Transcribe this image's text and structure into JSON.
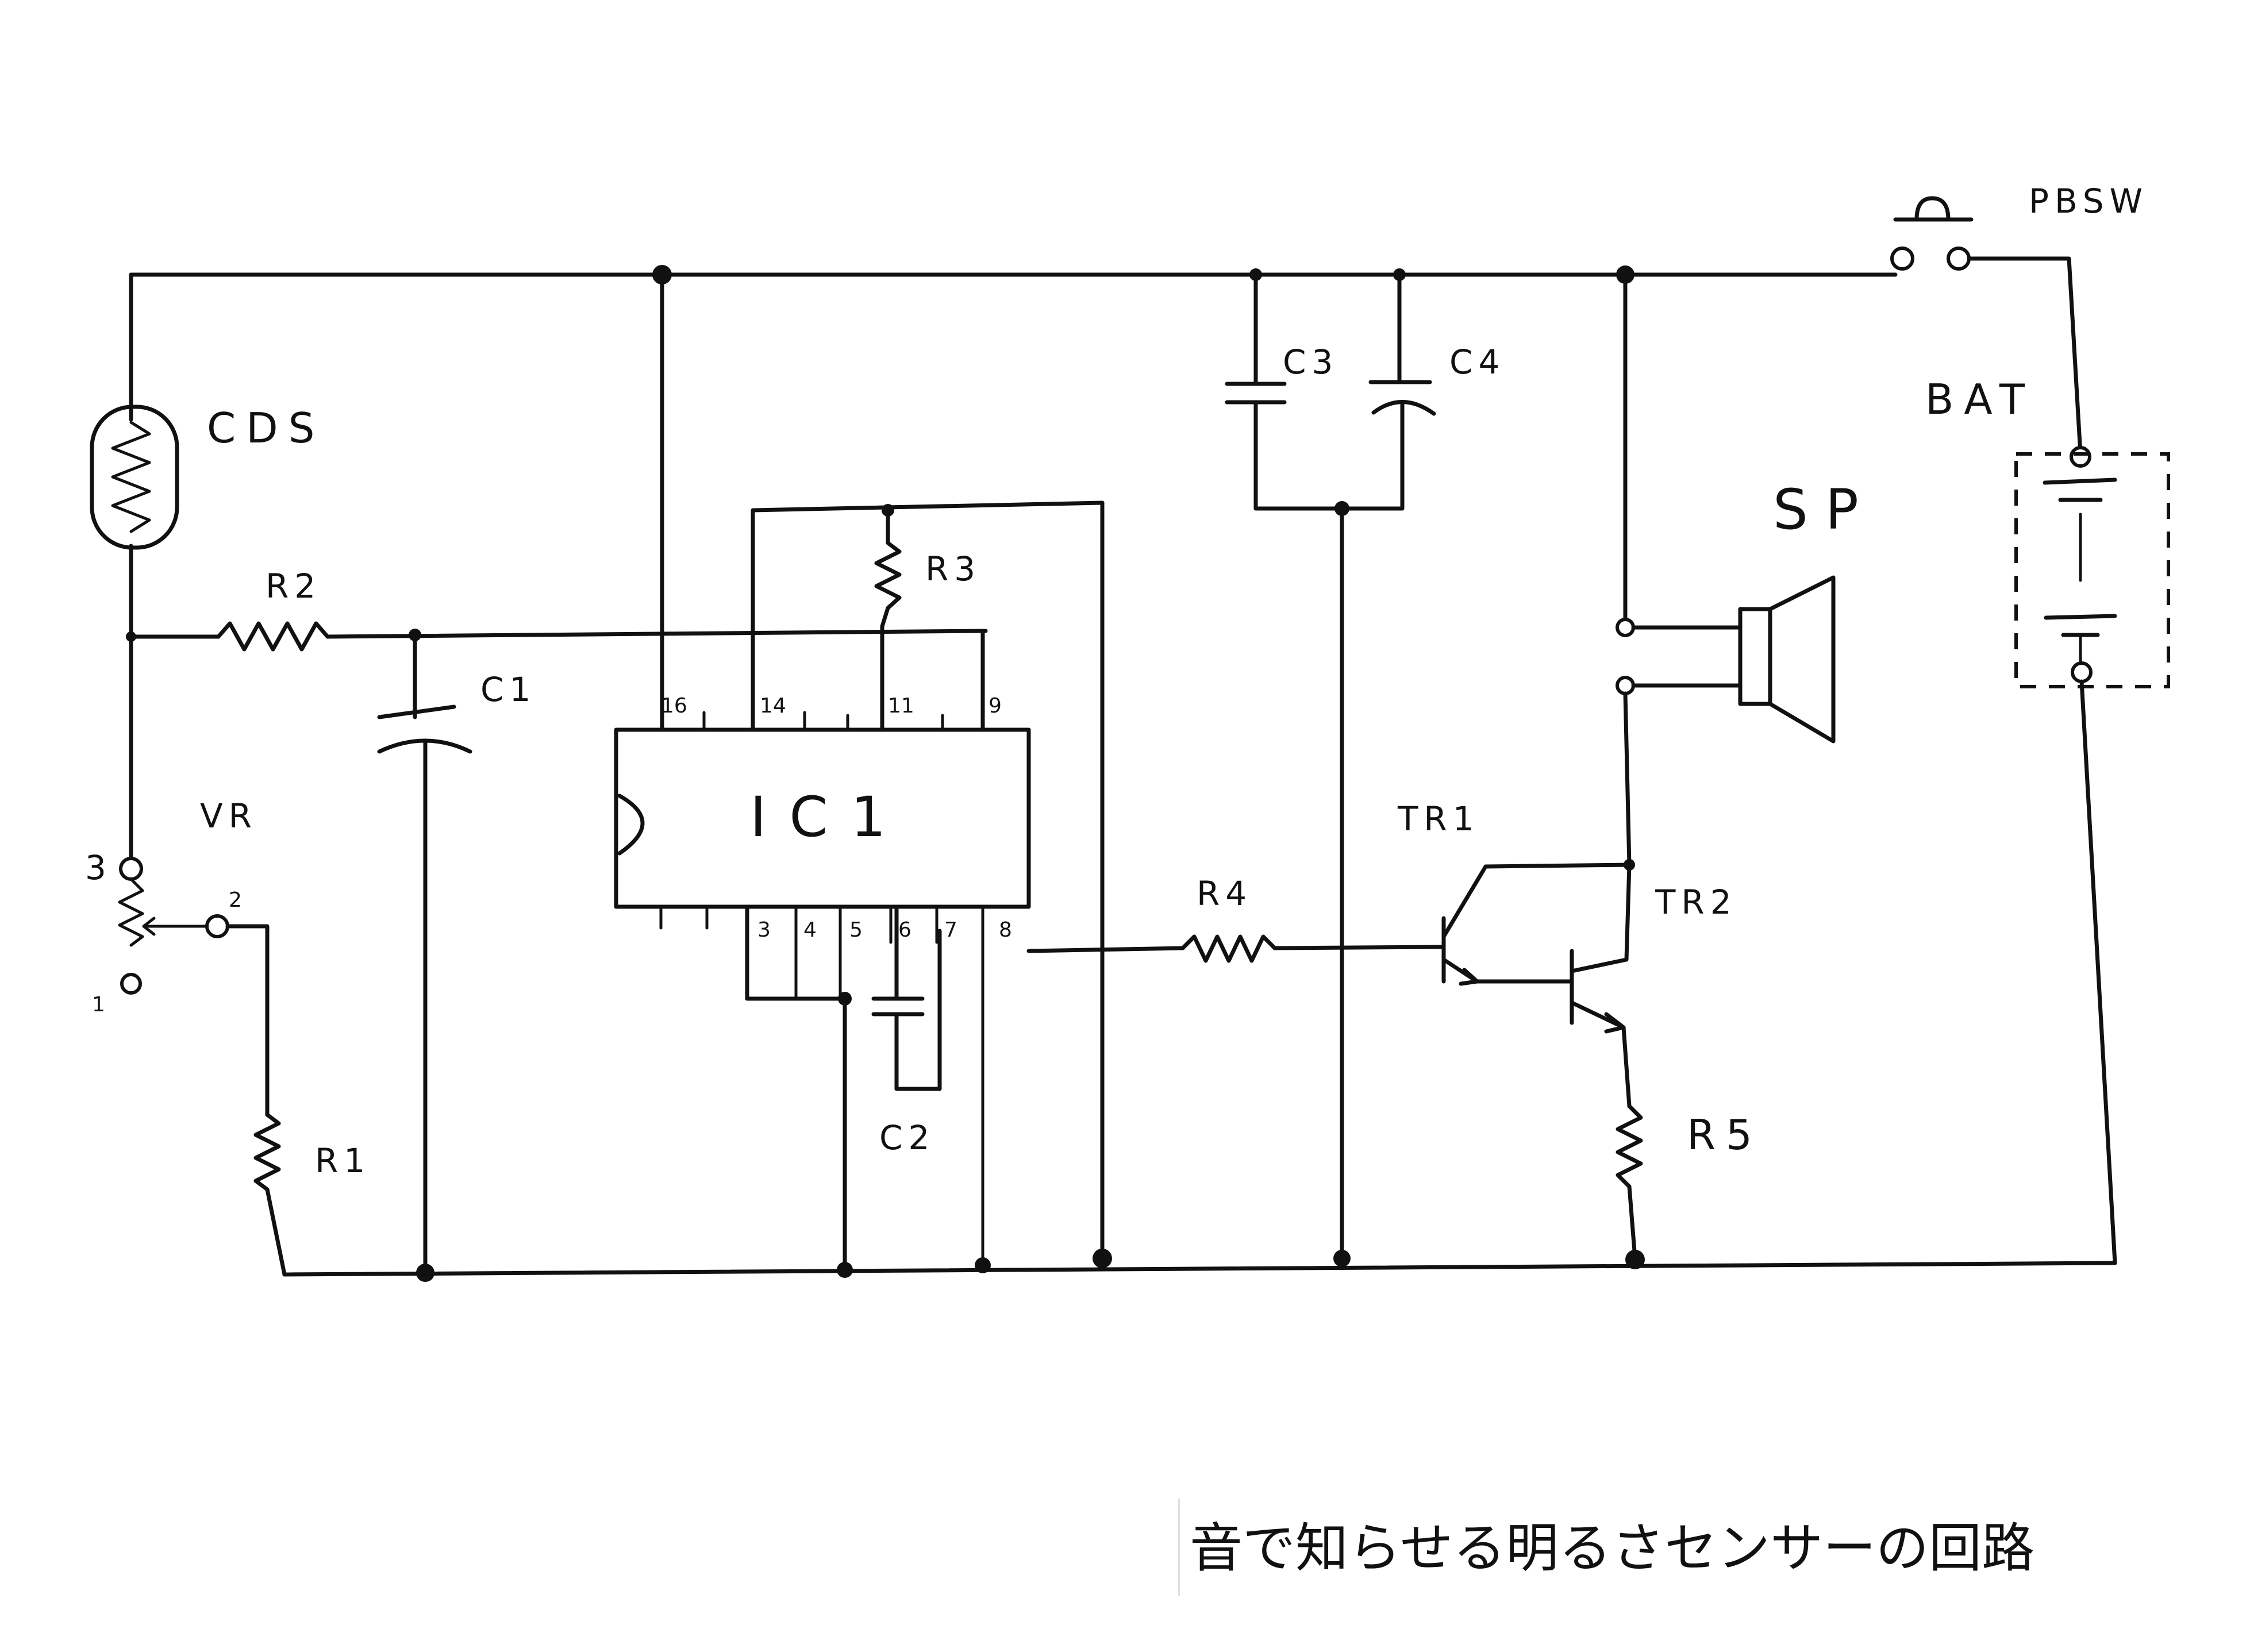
{
  "caption": "音で知らせる明るさセンサーの回路",
  "labels": {
    "cds": "CDS",
    "r1": "R1",
    "r2": "R2",
    "r3": "R3",
    "r4": "R4",
    "r5": "R5",
    "c1": "C1",
    "c2": "C2",
    "c3": "C3",
    "c4": "C4",
    "vr": "VR",
    "ic": "IC1",
    "tr1": "TR1",
    "tr2": "TR2",
    "sp": "SP",
    "bat": "BAT",
    "sw": "PBSW"
  },
  "vr_pins": {
    "p3": "3",
    "p2": "2",
    "p1": "1"
  },
  "ic_pins": {
    "top": [
      "16",
      "14",
      "11",
      "9"
    ],
    "bottom": [
      "3",
      "4",
      "5",
      "6",
      "7",
      "8"
    ]
  }
}
